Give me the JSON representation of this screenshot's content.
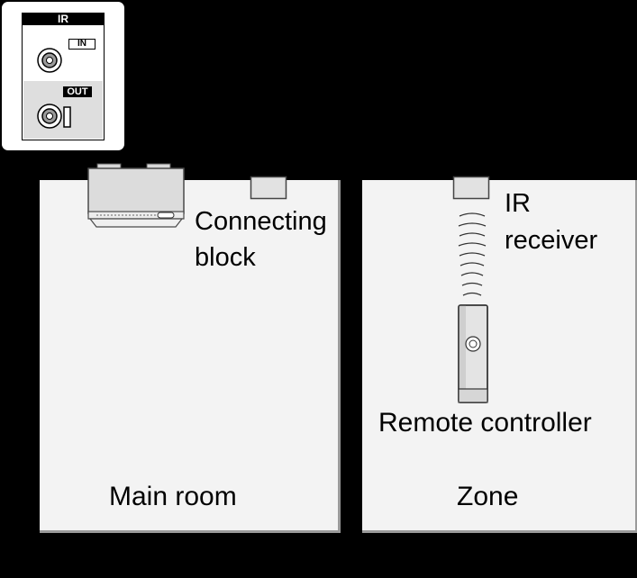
{
  "panel": {
    "header": "IR",
    "in_label": "IN",
    "out_label": "OUT"
  },
  "main_room": {
    "connecting_block_line1": "Connecting",
    "connecting_block_line2": "block",
    "room_label": "Main room"
  },
  "zone": {
    "ir_receiver_line1": "IR",
    "ir_receiver_line2": "receiver",
    "remote_label": "Remote controller",
    "room_label": "Zone"
  },
  "colors": {
    "background": "#000000",
    "room_fill": "#f3f3f3",
    "room_shadow": "#9a9a9a",
    "panel_out_fill": "#dedede"
  }
}
